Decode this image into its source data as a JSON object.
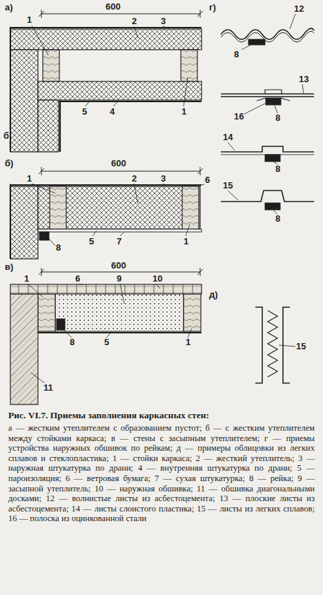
{
  "diagram": {
    "caption": "Рис. VI.7. Приемы заполнения каркасных стен:",
    "labels": [
      "а)",
      "600",
      "1",
      "2",
      "3",
      "б",
      "5",
      "4",
      "1",
      "б)",
      "600",
      "1",
      "2",
      "3",
      "6",
      "8",
      "5",
      "7",
      "1",
      "в)",
      "600",
      "1",
      "6",
      "9",
      "10",
      "8",
      "5",
      "1",
      "11",
      "г)",
      "12",
      "8",
      "13",
      "16",
      "8",
      "14",
      "8",
      "15",
      "8",
      "д)",
      "15",
      "а — жестким утеплителем с образованием пустот; б — с жестким утеплителем между стойками каркаса; в — стены с засыпным утеплителем; г — приемы устройства наружных обшивок по рейкам; д — примеры облицовки из легких сплавов и стеклопластика; 1 — стойки каркаса; 2 — жесткий утеплитель; 3 — наружная штукатурка по драни; 4 — внутренняя штукатурка по драни; 5 — пароизоляция; 6 — ветровая бумага; 7 — сухая штукатурка; 8 — рейка; 9 — засыпной утеплитель; 10 — наружная обшивка; 11 — обшивка диагональными досками; 12 — волнистые листы из асбестоцемента; 13 — плоские листы из асбестоцемента; 14 — листы слоистого пластика; 15 — листы из легких сплавов; 16 — полоска из оцинкованной стали"
    ]
  }
}
